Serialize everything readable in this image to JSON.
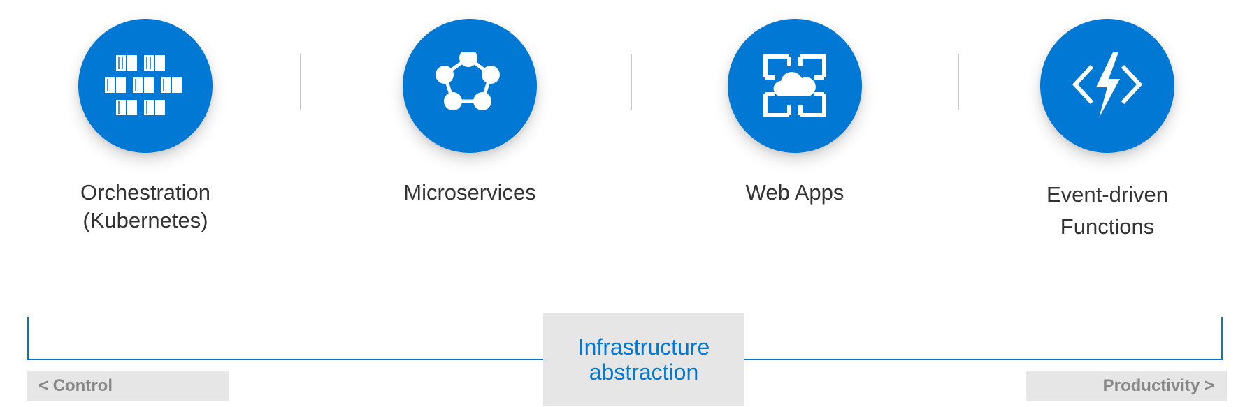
{
  "items": [
    {
      "name": "orchestration",
      "icon": "kubernetes-containers-icon",
      "label_lines": [
        "Orchestration",
        "(Kubernetes)"
      ]
    },
    {
      "name": "microservices",
      "icon": "service-fabric-pentagon-icon",
      "label_lines": [
        "Microservices"
      ]
    },
    {
      "name": "web-apps",
      "icon": "app-service-cloud-icon",
      "label_lines": [
        "Web Apps"
      ]
    },
    {
      "name": "event-driven-functions",
      "icon": "functions-lightning-icon",
      "label_lines": [
        "Event-driven",
        "Functions"
      ]
    }
  ],
  "scale": {
    "center_lines": [
      "Infrastructure",
      "abstraction"
    ],
    "left_label": "< Control",
    "right_label": "Productivity >"
  },
  "colors": {
    "accent": "#0078d4",
    "box_bg": "#e6e6e6",
    "muted_text": "#888888",
    "label_text": "#333333"
  }
}
